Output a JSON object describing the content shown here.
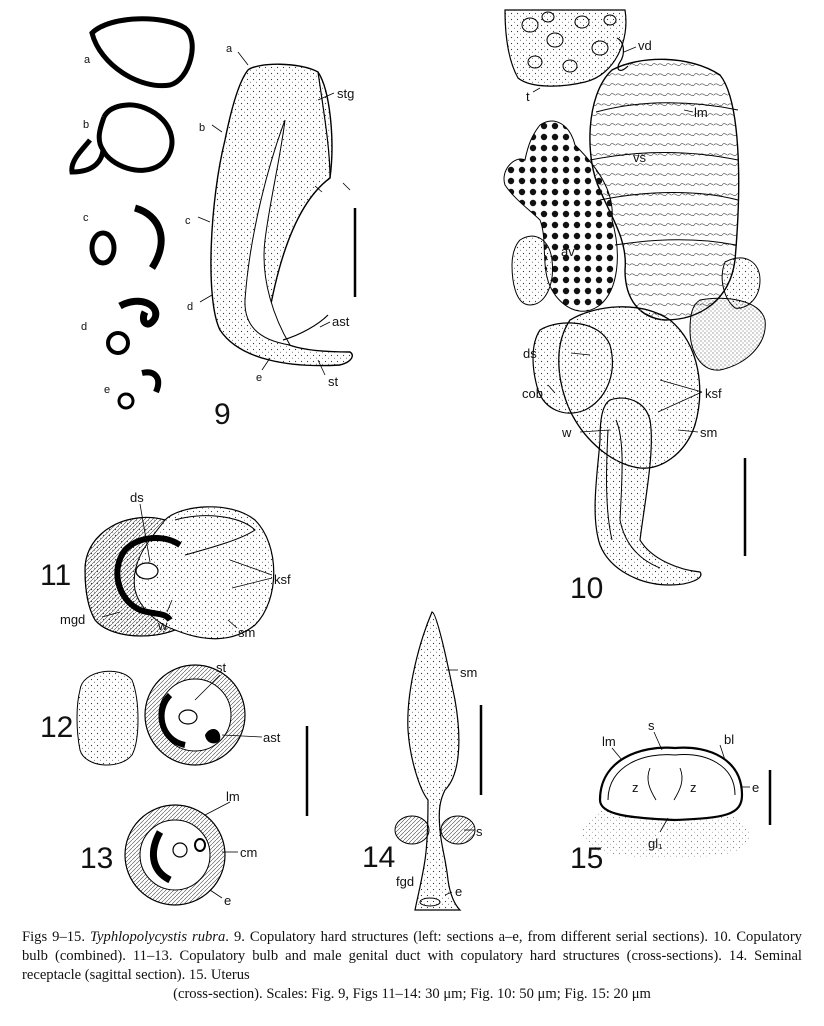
{
  "figure_numbers": {
    "f9": "9",
    "f10": "10",
    "f11": "11",
    "f12": "12",
    "f13": "13",
    "f14": "14",
    "f15": "15"
  },
  "labels": {
    "f9": {
      "a_small": "a",
      "b_small": "b",
      "c_small": "c",
      "d_small": "d",
      "e_small": "e",
      "a": "a",
      "b": "b",
      "c": "c",
      "d": "d",
      "e": "e",
      "stg": "stg",
      "ast": "ast",
      "st": "st"
    },
    "f10": {
      "vd": "vd",
      "t": "t",
      "lm": "lm",
      "vs": "vs",
      "av": "av",
      "ds": "ds",
      "cob": "cob",
      "ksf": "ksf",
      "w": "w",
      "sm": "sm"
    },
    "f11": {
      "ds": "ds",
      "ksf": "ksf",
      "mgd": "mgd",
      "w": "w",
      "sm": "sm"
    },
    "f12": {
      "st": "st",
      "ast": "ast"
    },
    "f13": {
      "lm": "lm",
      "cm": "cm",
      "e": "e"
    },
    "f14": {
      "sm": "sm",
      "s": "s",
      "fgd": "fgd",
      "e": "e"
    },
    "f15": {
      "lm": "lm",
      "s": "s",
      "bl": "bl",
      "z1": "z",
      "z2": "z",
      "e": "e",
      "gl": "gl₁"
    }
  },
  "caption": {
    "lead": "Figs 9–15.",
    "species": "Typhlopolycystis rubra",
    "line1_rest": ". 9. Copulatory hard structures (left: sections a–e, from different",
    "line2": "serial sections). 10. Copulatory bulb (combined). 11–13. Copulatory bulb and male genital duct with",
    "line3": "copulatory hard structures (cross-sections). 14. Seminal receptacle (sagittal section). 15. Uterus",
    "line4": "(cross-section). Scales: Fig. 9, Figs 11–14: 30 μm; Fig. 10: 50 μm; Fig. 15: 20 μm"
  }
}
